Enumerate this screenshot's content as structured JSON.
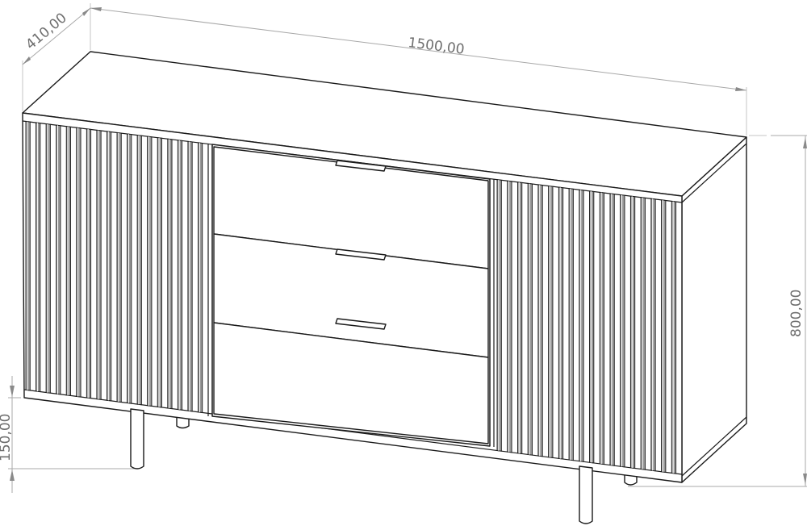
{
  "drawing": {
    "subject": "Sideboard with fluted doors and three drawers",
    "line_color": "#1a1a1a",
    "dimension_color": "#6e6e6e",
    "background": "#ffffff"
  },
  "dimensions": {
    "width": {
      "label": "1500,00",
      "value": 1500.0,
      "unit": "mm"
    },
    "depth": {
      "label": "410,00",
      "value": 410.0,
      "unit": "mm"
    },
    "height": {
      "label": "800,00",
      "value": 800.0,
      "unit": "mm"
    },
    "leg_height": {
      "label": "150,00",
      "value": 150.0,
      "unit": "mm"
    }
  },
  "components": {
    "left_door": {
      "type": "fluted door",
      "flute_count": 18
    },
    "right_door": {
      "type": "fluted door",
      "flute_count": 18
    },
    "drawers": [
      {
        "index": 1,
        "position": "top",
        "handle": "recessed bar handle"
      },
      {
        "index": 2,
        "position": "middle",
        "handle": "recessed bar handle"
      },
      {
        "index": 3,
        "position": "bottom",
        "handle": "recessed bar handle"
      }
    ],
    "legs": {
      "count": 4,
      "shape": "cylindrical"
    }
  }
}
